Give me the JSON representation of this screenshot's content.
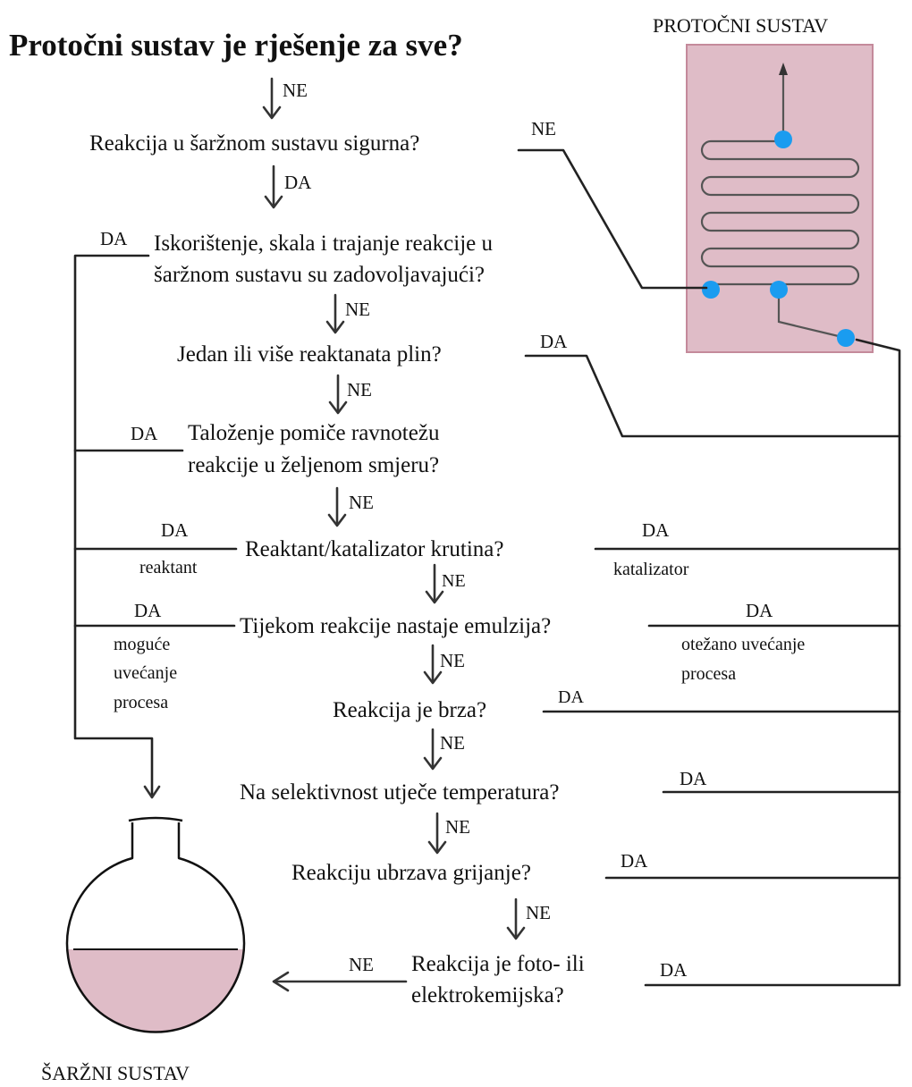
{
  "title": "Protočni sustav je rješenje za sve?",
  "flow_label": "PROTOČNI SUSTAV",
  "batch_label": "ŠARŽNI SUSTAV",
  "colors": {
    "flow_box_fill": "#dfbcc7",
    "flow_box_stroke": "#c48a9b",
    "flask_liquid": "#dfbcc7",
    "dot": "#1a9cf0",
    "line": "#222222"
  },
  "questions": [
    {
      "id": "q1",
      "lines": [
        "Reakcija u šaržnom sustavu sigurna?"
      ]
    },
    {
      "id": "q2",
      "lines": [
        "Iskorištenje, skala i trajanje reakcije u",
        "šaržnom sustavu su zadovoljavajući?"
      ]
    },
    {
      "id": "q3",
      "lines": [
        "Jedan ili više reaktanata plin?"
      ]
    },
    {
      "id": "q4",
      "lines": [
        "Taloženje pomiče ravnotežu",
        "reakcije u željenom smjeru?"
      ]
    },
    {
      "id": "q5",
      "lines": [
        "Reaktant/katalizator krutina?"
      ]
    },
    {
      "id": "q6",
      "lines": [
        "Tijekom reakcije nastaje emulzija?"
      ]
    },
    {
      "id": "q7",
      "lines": [
        "Reakcija je brza?"
      ]
    },
    {
      "id": "q8",
      "lines": [
        "Na selektivnost utječe temperatura?"
      ]
    },
    {
      "id": "q9",
      "lines": [
        "Reakciju ubrzava grijanje?"
      ]
    },
    {
      "id": "q10",
      "lines": [
        "Reakcija je foto- ili",
        "elektrokemijska?"
      ]
    }
  ],
  "edge_labels": {
    "ne_top": "NE",
    "q1_no": "NE",
    "q1_yes": "DA",
    "q2_yes": "DA",
    "q2_no": "NE",
    "q3_yes": "DA",
    "q3_no": "NE",
    "q4_yes": "DA",
    "q4_no": "NE",
    "q5_yes_left": "DA",
    "q5_note_left": "reaktant",
    "q5_yes_right": "DA",
    "q5_note_right": "katalizator",
    "q5_no": "NE",
    "q6_yes_left": "DA",
    "q6_note_left": [
      "moguće",
      "uvećanje",
      "procesa"
    ],
    "q6_yes_right": "DA",
    "q6_note_right": [
      "otežano uvećanje",
      "procesa"
    ],
    "q6_no": "NE",
    "q7_yes": "DA",
    "q7_no": "NE",
    "q8_yes": "DA",
    "q8_no": "NE",
    "q9_yes": "DA",
    "q9_no": "NE",
    "q10_no": "NE",
    "q10_yes": "DA"
  }
}
